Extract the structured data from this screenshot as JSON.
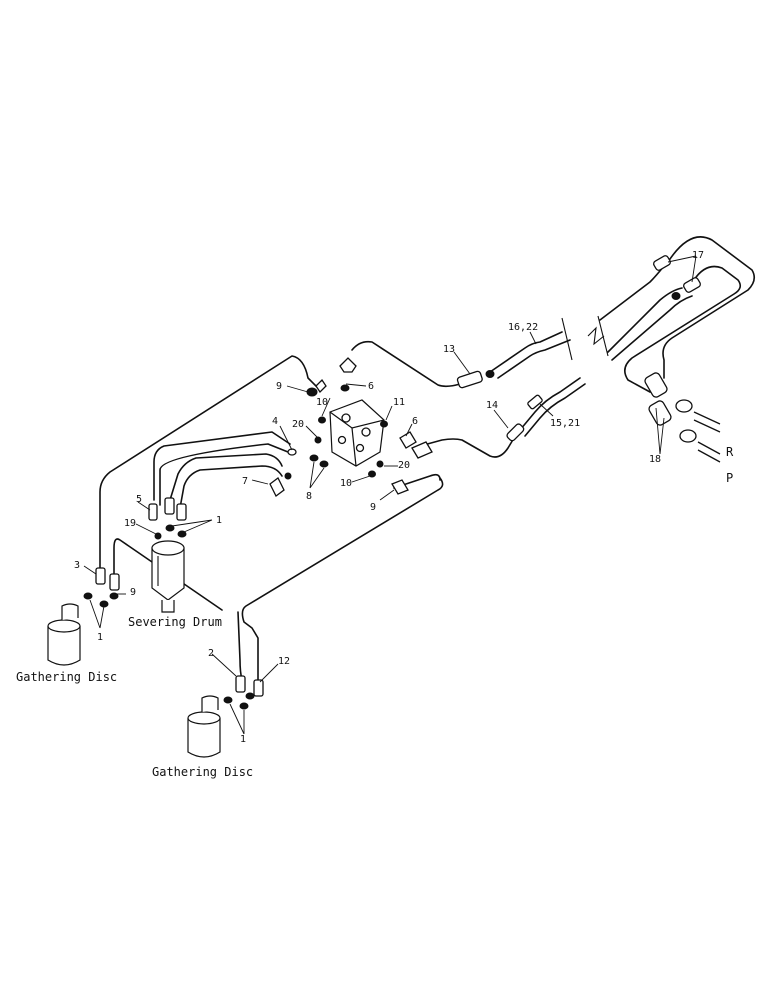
{
  "labels": {
    "severing_drum": "Severing Drum",
    "gathering_disc_left": "Gathering Disc",
    "gathering_disc_bottom": "Gathering Disc",
    "port_r": "R",
    "port_p": "P"
  },
  "callouts": {
    "c1a": "1",
    "c1b": "1",
    "c1c": "1",
    "c2": "2",
    "c3": "3",
    "c4": "4",
    "c5": "5",
    "c6a": "6",
    "c6b": "6",
    "c7": "7",
    "c8": "8",
    "c9a": "9",
    "c9b": "9",
    "c9c": "9",
    "c10a": "10",
    "c10b": "10",
    "c11": "11",
    "c12": "12",
    "c13": "13",
    "c14": "14",
    "c15_21": "15,21",
    "c16_22": "16,22",
    "c17": "17",
    "c18": "18",
    "c19": "19",
    "c20a": "20",
    "c20b": "20"
  }
}
